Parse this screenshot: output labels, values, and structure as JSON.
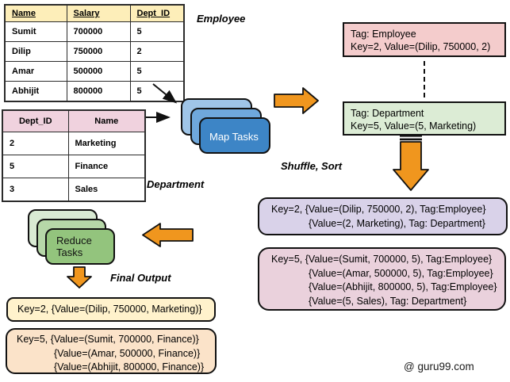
{
  "labels": {
    "employee": "Employee",
    "department": "Department",
    "shuffle_sort": "Shuffle, Sort",
    "final_output": "Final Output"
  },
  "employee_table": {
    "headers": [
      "Name",
      "Salary",
      "Dept_ID"
    ],
    "rows": [
      [
        "Sumit",
        "700000",
        "5"
      ],
      [
        "Dilip",
        "750000",
        "2"
      ],
      [
        "Amar",
        "500000",
        "5"
      ],
      [
        "Abhijit",
        "800000",
        "5"
      ]
    ],
    "header_bg": "#fdeeb9"
  },
  "department_table": {
    "headers": [
      "Dept_ID",
      "Name"
    ],
    "rows": [
      [
        "2",
        "Marketing"
      ],
      [
        "5",
        "Finance"
      ],
      [
        "3",
        "Sales"
      ]
    ],
    "header_bg": "#f0d2de"
  },
  "map_stack": {
    "label": "Map Tasks",
    "front_color": "#3d85c6",
    "mid_color": "#6fa8dc",
    "back_color": "#9fc5e8",
    "text_color": "#ffffff"
  },
  "reduce_stack": {
    "label_line1": "Reduce",
    "label_line2": "Tasks",
    "front_color": "#93c47d",
    "mid_color": "#b6d7a8",
    "back_color": "#d9ead3",
    "text_color": "#111111"
  },
  "tag_employee_box": {
    "bg": "#f4cccc",
    "lines": [
      "Tag: Employee",
      "Key=2, Value=(Dilip, 750000, 2)"
    ]
  },
  "tag_department_box": {
    "bg": "#dcecd5",
    "lines": [
      "Tag: Department",
      "Key=5, Value=(5, Marketing)"
    ]
  },
  "key2_group_box": {
    "bg": "#d9d2e9",
    "lines": [
      "Key=2, {Value=(Dilip, 750000, 2), Tag:Employee}",
      "{Value=(2, Marketing), Tag: Department}"
    ]
  },
  "key5_group_box": {
    "bg": "#ead1dc",
    "lines": [
      "Key=5, {Value=(Sumit, 700000, 5), Tag:Employee}",
      "{Value=(Amar, 500000, 5), Tag:Employee}",
      "{Value=(Abhijit, 800000, 5), Tag:Employee}",
      "{Value=(5, Sales), Tag: Department}"
    ]
  },
  "key2_output_box": {
    "bg": "#fff2cc",
    "lines": [
      "Key=2, {Value=(Dilip, 750000, Marketing)}"
    ]
  },
  "key5_output_box": {
    "bg": "#fbe3c9",
    "lines": [
      "Key=5, {Value=(Sumit, 700000, Finance)}",
      "{Value=(Amar, 500000, Finance)}",
      "{Value=(Abhijit, 800000, Finance)}"
    ]
  },
  "colors": {
    "arrow_fill": "#f0961e",
    "arrow_stroke": "#111111",
    "line_arrow": "#111111"
  },
  "watermark": "@ guru99.com"
}
